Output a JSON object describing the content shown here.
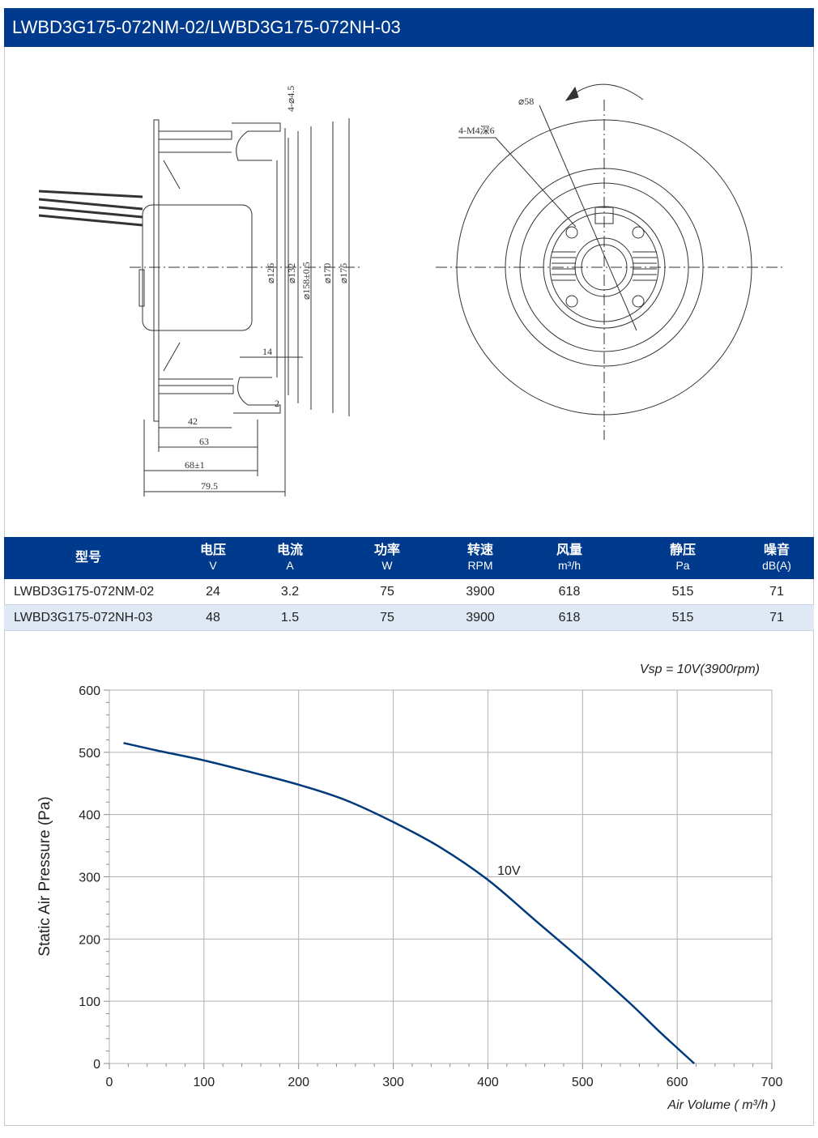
{
  "header": {
    "title": "LWBD3G175-072NM-02/LWBD3G175-072NH-03"
  },
  "drawing": {
    "side_labels": [
      "4-⌀4.5",
      "⌀126",
      "⌀132",
      "⌀158±0.5",
      "⌀170",
      "⌀175",
      "14",
      "2",
      "42",
      "63",
      "68±1",
      "79.5"
    ],
    "front_labels": [
      "⌀58",
      "4-M4深6"
    ]
  },
  "table": {
    "columns": [
      {
        "name": "型号",
        "unit": ""
      },
      {
        "name": "电压",
        "unit": "V"
      },
      {
        "name": "电流",
        "unit": "A"
      },
      {
        "name": "功率",
        "unit": "W"
      },
      {
        "name": "转速",
        "unit": "RPM"
      },
      {
        "name": "风量",
        "unit": "m³/h"
      },
      {
        "name": "静压",
        "unit": "Pa"
      },
      {
        "name": "噪音",
        "unit": "dB(A)"
      }
    ],
    "rows": [
      [
        "LWBD3G175-072NM-02",
        "24",
        "3.2",
        "75",
        "3900",
        "618",
        "515",
        "71"
      ],
      [
        "LWBD3G175-072NH-03",
        "48",
        "1.5",
        "75",
        "3900",
        "618",
        "515",
        "71"
      ]
    ]
  },
  "chart_data": {
    "type": "line",
    "annotation": "Vsp = 10V(3900rpm)",
    "xlabel": "Air Volume ( m³/h )",
    "ylabel": "Static Air Pressure  (Pa)",
    "xlim": [
      0,
      700
    ],
    "ylim": [
      0,
      600
    ],
    "xticks": [
      0,
      100,
      200,
      300,
      400,
      500,
      600,
      700
    ],
    "yticks": [
      0,
      100,
      200,
      300,
      400,
      500,
      600
    ],
    "grid": true,
    "series": [
      {
        "name": "10V",
        "color": "#003a7a",
        "x": [
          15,
          50,
          100,
          150,
          200,
          250,
          300,
          350,
          400,
          450,
          500,
          550,
          580,
          600,
          618
        ],
        "y": [
          515,
          503,
          487,
          468,
          448,
          423,
          388,
          347,
          295,
          230,
          165,
          97,
          53,
          25,
          0
        ]
      }
    ]
  }
}
